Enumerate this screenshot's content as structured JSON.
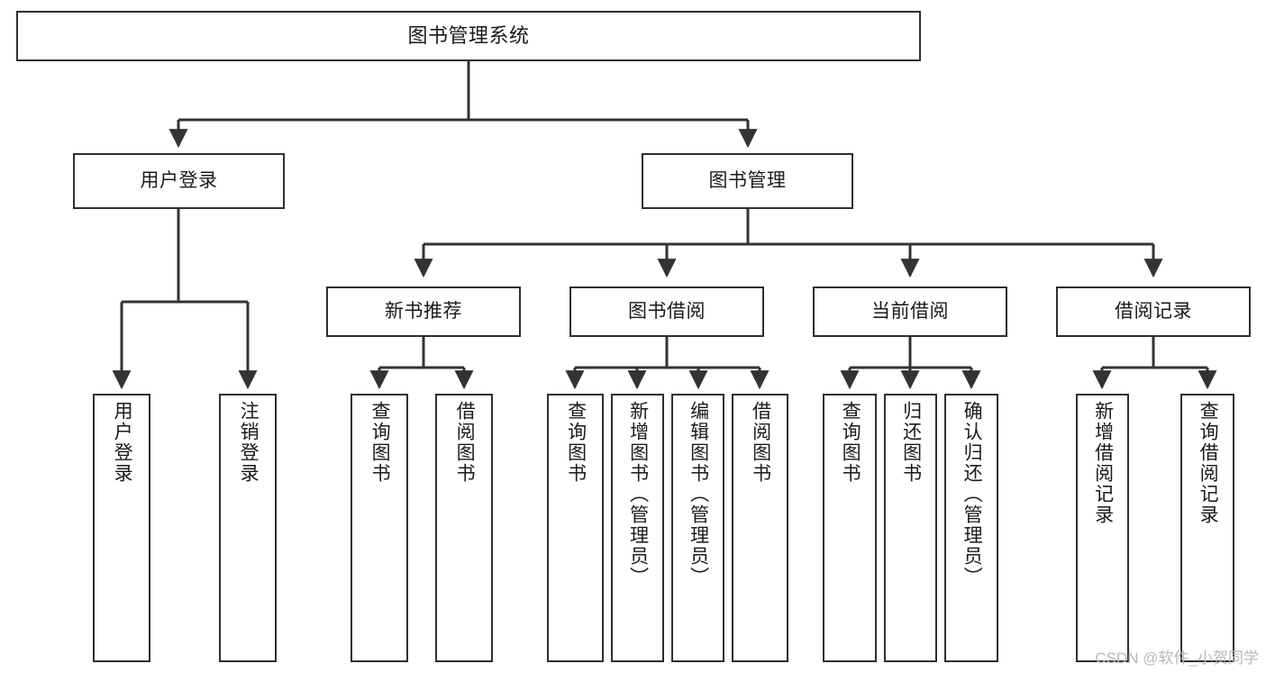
{
  "diagram": {
    "title": "图书管理系统",
    "type": "tree",
    "orientation": "top-down",
    "style": {
      "box_border": "#2f2f2f",
      "box_fill": "#ffffff",
      "edge_color": "#333333",
      "text_color": "#1a1a1a",
      "background": "#ffffff"
    },
    "nodes": {
      "root": {
        "label": "图书管理系统",
        "level": 1
      },
      "user_login": {
        "label": "用户登录",
        "level": 2
      },
      "book_manage": {
        "label": "图书管理",
        "level": 2
      },
      "new_book_rec": {
        "label": "新书推荐",
        "level": 3
      },
      "book_borrow": {
        "label": "图书借阅",
        "level": 3
      },
      "current_borrow": {
        "label": "当前借阅",
        "level": 3
      },
      "borrow_record": {
        "label": "借阅记录",
        "level": 3
      },
      "leaf_user_login": {
        "label": "用户登录",
        "level": 3
      },
      "leaf_logout": {
        "label": "注销登录",
        "level": 3
      },
      "leaf_query_book_1": {
        "label": "查询图书",
        "level": 4
      },
      "leaf_borrow_book_1": {
        "label": "借阅图书",
        "level": 4
      },
      "leaf_query_book_2": {
        "label": "查询图书",
        "level": 4
      },
      "leaf_add_book": {
        "label": "新增图书（管理员）",
        "level": 4
      },
      "leaf_edit_book": {
        "label": "编辑图书（管理员）",
        "level": 4
      },
      "leaf_borrow_book_2": {
        "label": "借阅图书",
        "level": 4
      },
      "leaf_query_book_3": {
        "label": "查询图书",
        "level": 4
      },
      "leaf_return_book": {
        "label": "归还图书",
        "level": 4
      },
      "leaf_confirm_return": {
        "label": "确认归还（管理员）",
        "level": 4
      },
      "leaf_add_record": {
        "label": "新增借阅记录",
        "level": 4
      },
      "leaf_query_record": {
        "label": "查询借阅记录",
        "level": 4
      }
    },
    "edges": [
      {
        "from": "root",
        "to": "user_login"
      },
      {
        "from": "root",
        "to": "book_manage"
      },
      {
        "from": "user_login",
        "to": "leaf_user_login"
      },
      {
        "from": "user_login",
        "to": "leaf_logout"
      },
      {
        "from": "book_manage",
        "to": "new_book_rec"
      },
      {
        "from": "book_manage",
        "to": "book_borrow"
      },
      {
        "from": "book_manage",
        "to": "current_borrow"
      },
      {
        "from": "book_manage",
        "to": "borrow_record"
      },
      {
        "from": "new_book_rec",
        "to": "leaf_query_book_1"
      },
      {
        "from": "new_book_rec",
        "to": "leaf_borrow_book_1"
      },
      {
        "from": "book_borrow",
        "to": "leaf_query_book_2"
      },
      {
        "from": "book_borrow",
        "to": "leaf_add_book"
      },
      {
        "from": "book_borrow",
        "to": "leaf_edit_book"
      },
      {
        "from": "book_borrow",
        "to": "leaf_borrow_book_2"
      },
      {
        "from": "current_borrow",
        "to": "leaf_query_book_3"
      },
      {
        "from": "current_borrow",
        "to": "leaf_return_book"
      },
      {
        "from": "current_borrow",
        "to": "leaf_confirm_return"
      },
      {
        "from": "borrow_record",
        "to": "leaf_add_record"
      },
      {
        "from": "borrow_record",
        "to": "leaf_query_record"
      }
    ]
  },
  "watermark": {
    "text": "CSDN @软件_小贺同学"
  }
}
